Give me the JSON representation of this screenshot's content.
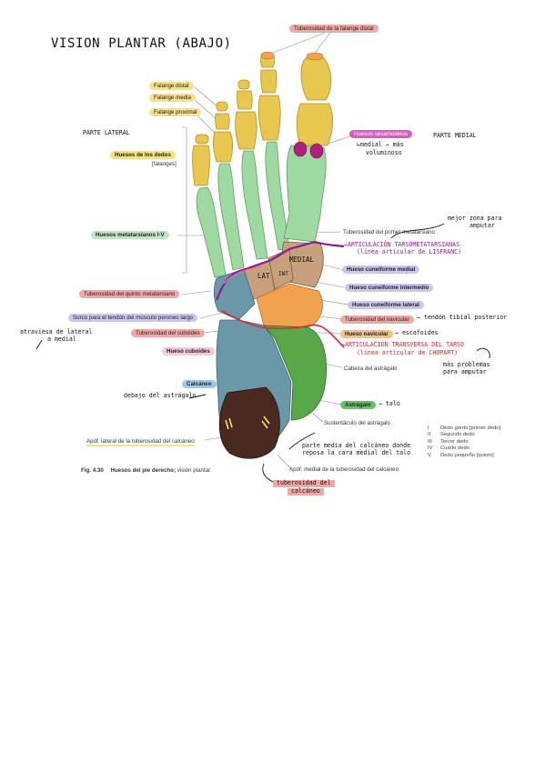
{
  "title": "VISION PLANTAR (ABAJO)",
  "side_labels": {
    "lateral": "PARTE LATERAL",
    "medial": "PARTE MEDIAL"
  },
  "labels": {
    "tuberosidad_falange_distal": "Tuberosidad de la falange distal",
    "falange_distal": "Falange distal",
    "falange_media": "Falange media",
    "falange_proximal": "Falange proximal",
    "huesos_dedos": "Huesos de los dedos",
    "falanges": "[falanges]",
    "huesos_sesamoideos": "Huesos sesamoideos",
    "metatarsianos": "Huesos metatarsianos I-V",
    "tuberosidad_primer_metatarsiano": "Tuberosidad del primer metatarsiano",
    "cuneiforme_medial": "Hueso cuneiforme medial",
    "tuberosidad_quinto_metatarsiano": "Tuberosidad del quinto metatarsiano",
    "cuneiforme_intermedio": "Hueso cuneiforme intermedio",
    "surco_peroneo": "Surco para el tendón del músculo peroneo largo",
    "cuneiforme_lateral": "Hueso cuneiforme lateral",
    "tuberosidad_navicular": "Tuberosidad del navicular",
    "tuberosidad_cuboides": "Tuberosidad del cuboides",
    "hueso_navicular": "Hueso navicular",
    "hueso_cuboides": "Hueso cuboides",
    "cabeza_astragalo": "Cabeza del astrágalo",
    "calcaneo": "Calcáneo",
    "astragalo": "Astrágalo",
    "sustentaculo": "Sustentáculo del astrágalo",
    "apof_lateral": "Apóf. lateral de la tuberosidad del calcáneo",
    "apof_medial": "Apóf. medial de la tuberosidad del calcáneo"
  },
  "bone_marks": {
    "lat": "LAT",
    "int": "INT",
    "medial": "MEDIAL"
  },
  "notes": {
    "sesamoideos_1": "↳medial → más",
    "sesamoideos_2": "voluminoso",
    "mejor_zona_1": "mejor zona para",
    "mejor_zona_2": "amputar",
    "lisfranc_1": "⇝ARTICULACIÓN TARSOMETATARSIANAS",
    "lisfranc_2": "(línea articular de LISFRANC)",
    "tendon_tibial": "→ tendón tibial posterior",
    "escafoides": "→ escafoides",
    "chopart_1": "⇝ARTICULACIÓN TRANSVERSA DEL TARSO",
    "chopart_2": "(línea articular de CHOPART)",
    "problemas_1": "más problemas",
    "problemas_2": "para amputar",
    "atraviesa_1": "atraviesa de lateral",
    "atraviesa_2": "a medial",
    "debajo_astragalo": "debajo del astrágalo",
    "talo": "→ talo",
    "parte_media_1": "parte media del calcáneo donde",
    "parte_media_2": "reposa la cara medial del talo",
    "tuberosidad_calcaneo_1": "tuberosidad del",
    "tuberosidad_calcaneo_2": "calcáneo"
  },
  "legend": [
    {
      "num": "I",
      "text": "Dedo gordo [primer dedo]"
    },
    {
      "num": "II",
      "text": "Segundo dedo"
    },
    {
      "num": "III",
      "text": "Tercer dedo"
    },
    {
      "num": "IV",
      "text": "Cuarto dedo"
    },
    {
      "num": "V",
      "text": "Dedo pequeño [quinto]"
    }
  ],
  "caption": {
    "fig": "Fig. 4.30",
    "bold": "Huesos del pie derecho;",
    "rest": " visión plantar."
  },
  "colors": {
    "phalanx": "#e8c74f",
    "metatarsal": "#9fd9a2",
    "cuneiform": "#c7a07d",
    "cuboid": "#6a98a8",
    "navicular": "#f0a24f",
    "talus": "#58a84a",
    "calcaneus_tuber": "#4a2a20",
    "sesamoid": "#b0207a",
    "pill_yellow": "#f6e08a",
    "pill_green": "#bfe6c5",
    "pill_red": "#f2a7a5",
    "pill_purple": "#c9c7ee",
    "pill_magenta": "#d65cc0",
    "pill_orange": "#f6c184",
    "pill_pink": "#f6c9dc",
    "pill_blue": "#9fc8e8",
    "pill_astragalo": "#6dc06a"
  }
}
